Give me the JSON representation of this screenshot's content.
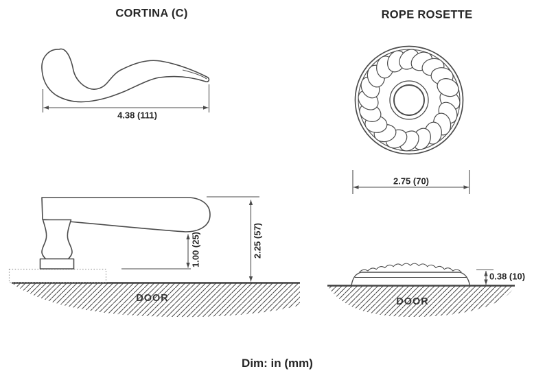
{
  "drawing": {
    "units_note": "Dim: in (mm)",
    "cortina": {
      "title": "CORTINA (C)",
      "top_view": {
        "length_dim": "4.38 (111)"
      },
      "side_view": {
        "grip_height_dim": "1.00 (25)",
        "projection_dim": "2.25 (57)",
        "surface_label": "DOOR"
      }
    },
    "rope_rosette": {
      "title": "ROPE ROSETTE",
      "front_view": {
        "diameter_dim": "2.75 (70)"
      },
      "side_view": {
        "thickness_dim": "0.38 (10)",
        "surface_label": "DOOR"
      }
    }
  },
  "colors": {
    "line": "#4b4b4b",
    "text": "#262626"
  }
}
